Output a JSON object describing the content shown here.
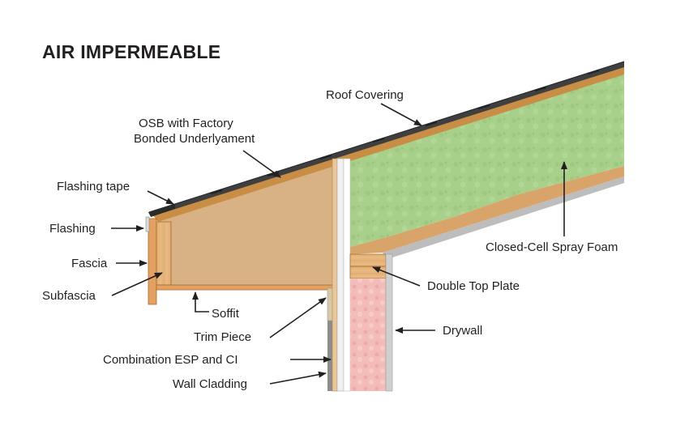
{
  "title": "AIR IMPERMEABLE",
  "labels": {
    "roof_covering": "Roof Covering",
    "osb_line1": "OSB with Factory",
    "osb_line2": "Bonded Underlyament",
    "flashing_tape": "Flashing tape",
    "flashing": "Flashing",
    "fascia": "Fascia",
    "subfascia": "Subfascia",
    "soffit": "Soffit",
    "trim_piece": "Trim Piece",
    "combination": "Combination ESP and CI",
    "wall_cladding": "Wall Cladding",
    "closed_cell": "Closed-Cell Spray Foam",
    "double_top_plate": "Double Top Plate",
    "drywall": "Drywall"
  },
  "colors": {
    "spray_foam": "#a9d18e",
    "wood": "#e2b27a",
    "osb": "#d9a25c",
    "batt_insulation": "#f2b8b5",
    "drywall": "#f4f4f4",
    "roofing": "#4a4a4a",
    "arrow": "#231f20"
  }
}
